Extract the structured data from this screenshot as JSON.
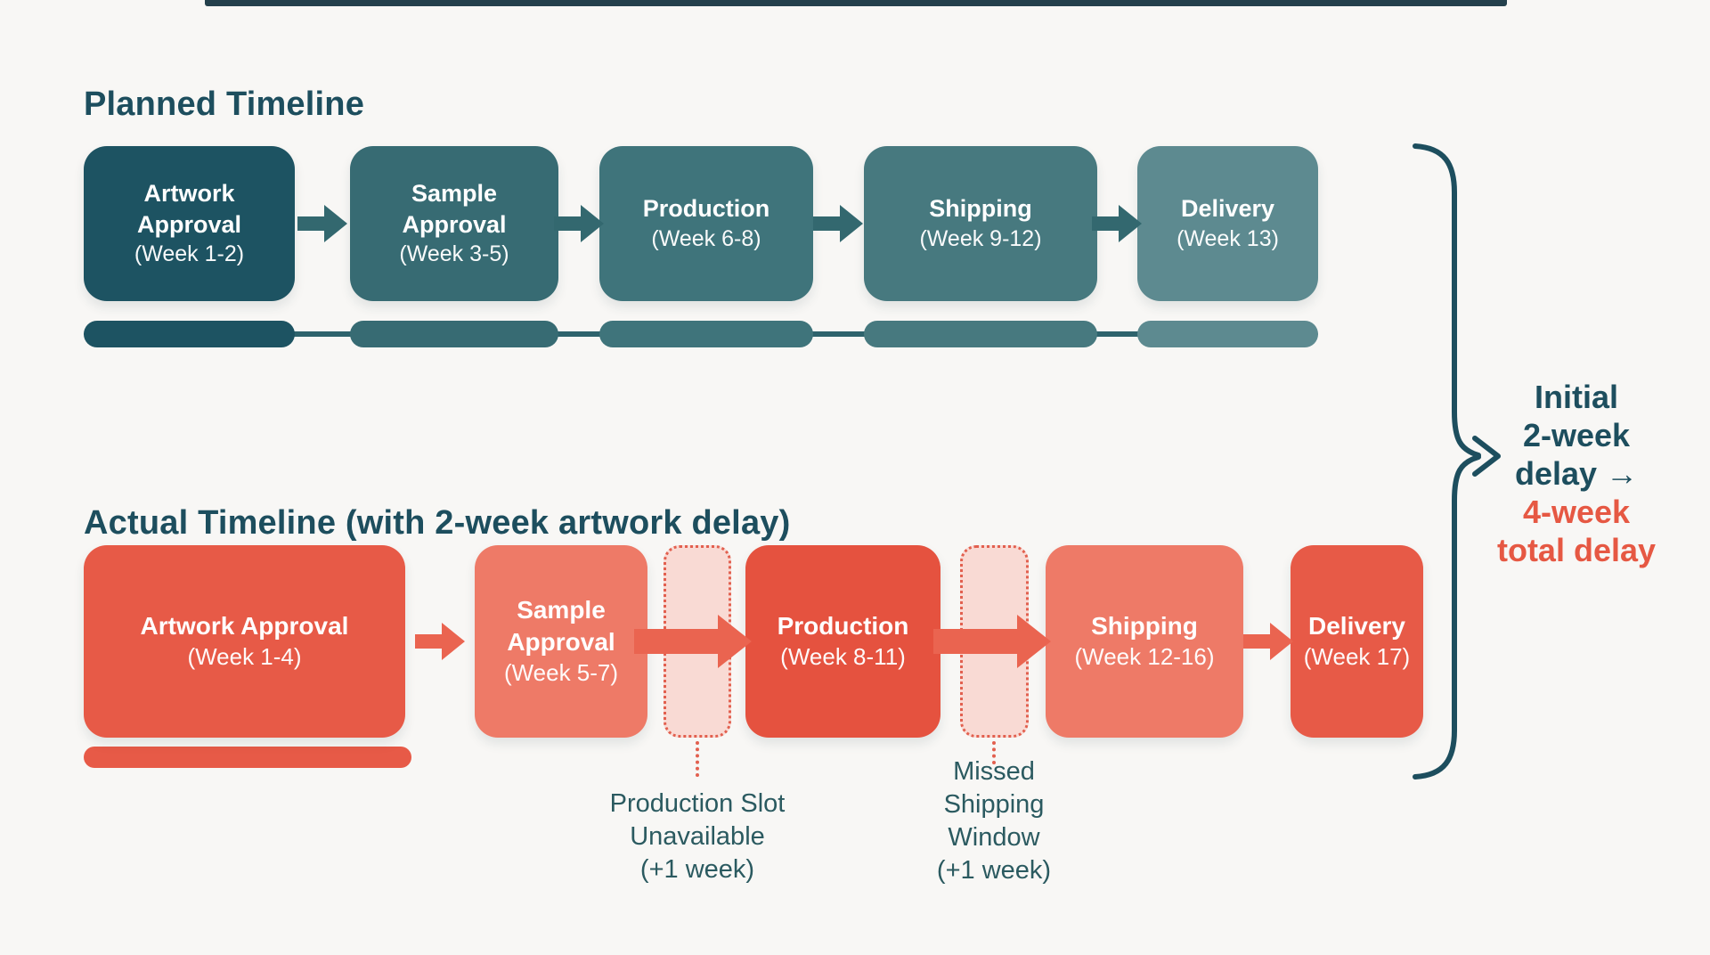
{
  "colors": {
    "background": "#f8f7f5",
    "top_bar": "#24404c",
    "heading_teal": "#1d4e5e",
    "annotation_teal": "#2b5a60",
    "coral": "#e65843",
    "bracket_teal": "#1d4e5e"
  },
  "planned": {
    "heading": "Planned Timeline",
    "arrow_color": "#33686f",
    "track_line_color": "#2e636d",
    "steps": [
      {
        "title": "Artwork Approval",
        "subtitle": "(Week 1-2)",
        "color": "#1d5362"
      },
      {
        "title": "Sample Approval",
        "subtitle": "(Week 3-5)",
        "color": "#376b73"
      },
      {
        "title": "Production",
        "subtitle": "(Week 6-8)",
        "color": "#3f747b"
      },
      {
        "title": "Shipping",
        "subtitle": "(Week 9-12)",
        "color": "#47797f"
      },
      {
        "title": "Delivery",
        "subtitle": "(Week 13)",
        "color": "#5d8a90"
      }
    ]
  },
  "actual": {
    "heading": "Actual Timeline (with 2-week artwork delay)",
    "arrow_color": "#ea6450",
    "underbar_color": "#e75a47",
    "delay_slot": {
      "fill": "#f9dad4",
      "border": "#e2604f"
    },
    "steps": [
      {
        "title": "Artwork Approval",
        "subtitle": "(Week 1-4)",
        "color": "#e75a47"
      },
      {
        "title": "Sample Approval",
        "subtitle": "(Week 5-7)",
        "color": "#ee7a67"
      },
      {
        "title": "Production",
        "subtitle": "(Week 8-11)",
        "color": "#e5523f"
      },
      {
        "title": "Shipping",
        "subtitle": "(Week 12-16)",
        "color": "#ee7a67"
      },
      {
        "title": "Delivery",
        "subtitle": "(Week 17)",
        "color": "#e75a47"
      }
    ],
    "annotations": [
      {
        "lines": [
          "Production Slot",
          "Unavailable",
          "(+1 week)"
        ]
      },
      {
        "lines": [
          "Missed",
          "Shipping",
          "Window",
          "(+1 week)"
        ]
      }
    ]
  },
  "summary": {
    "lines": [
      {
        "text": "Initial",
        "color": "#1d4e5e"
      },
      {
        "text": "2-week",
        "color": "#1d4e5e"
      },
      {
        "text": "delay →",
        "color": "#1d4e5e"
      },
      {
        "text": "4-week",
        "color": "#e65843"
      },
      {
        "text": "total delay",
        "color": "#e65843"
      }
    ]
  }
}
